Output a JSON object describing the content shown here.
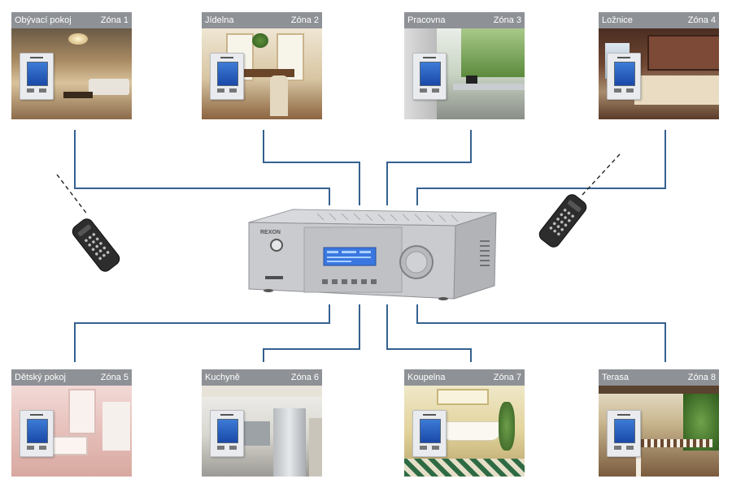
{
  "zones": [
    {
      "room": "Obývací pokoj",
      "zone": "Zóna 1"
    },
    {
      "room": "Jídelna",
      "zone": "Zóna 2"
    },
    {
      "room": "Pracovna",
      "zone": "Zóna 3"
    },
    {
      "room": "Ložnice",
      "zone": "Zóna 4"
    },
    {
      "room": "Dětský pokoj",
      "zone": "Zóna 5"
    },
    {
      "room": "Kuchyně",
      "zone": "Zóna 6"
    },
    {
      "room": "Koupelna",
      "zone": "Zóna 7"
    },
    {
      "room": "Terasa",
      "zone": "Zóna 8"
    }
  ],
  "amplifier": {
    "brand": "REXON"
  },
  "colors": {
    "wire": "#35618f",
    "header": "#8e9196",
    "amplifier_body": "#c9cbce",
    "display": "#3a77e0"
  },
  "icons": [
    "amplifier-icon",
    "remote-control-icon",
    "wall-control-panel-icon",
    "room-photo"
  ]
}
